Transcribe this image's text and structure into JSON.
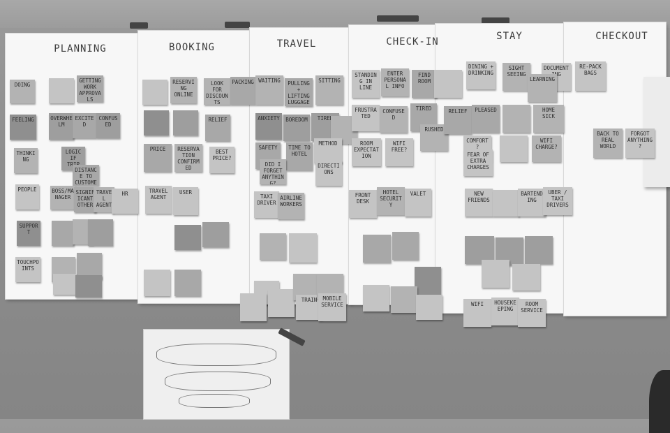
{
  "stages": [
    {
      "id": "planning",
      "label": "PLANNING"
    },
    {
      "id": "booking",
      "label": "BOOKING"
    },
    {
      "id": "travel",
      "label": "TRAVEL"
    },
    {
      "id": "checkin",
      "label": "CHECK-IN"
    },
    {
      "id": "stay",
      "label": "STAY"
    },
    {
      "id": "checkout",
      "label": "CHECKOUT"
    }
  ],
  "notes": {
    "planning": [
      "DOING",
      "GETTING WORK APPROVALS",
      "FEELING",
      "OVERWHELM",
      "EXCITED",
      "CONFUSED",
      "THINKING",
      "LOGIC IF TRIP",
      "DISTANCE TO CUSTOMER",
      "PEOPLE",
      "BOSS/MANAGER",
      "SIGNIFICANT OTHER",
      "TRAVEL AGENT",
      "HR",
      "SUPPORT",
      "TOUCHPOINTS"
    ],
    "booking": [
      "RESERVING ONLINE",
      "LOOK FOR DISCOUNTS",
      "RELIEF",
      "PRICE",
      "RESERVATION CONFIRMED",
      "BEST PRICE?",
      "TRAVEL AGENT",
      "USER"
    ],
    "travel": [
      "PACKING",
      "WAITING",
      "PULLING + LIFTING LUGGAGE",
      "SITTING",
      "ANXIETY",
      "BOREDOM",
      "TIRED",
      "SAFETY",
      "TIME TO HOTEL",
      "METHOD",
      "DID I FORGET ANYTHING?",
      "DIRECTIONS",
      "TAXI DRIVER",
      "AIRLINE WORKERS",
      "TRAIN",
      "MOBILE SERVICE"
    ],
    "checkin": [
      "STANDING IN LINE",
      "ENTER PERSONAL INFO",
      "FIND ROOM",
      "FRUSTRATED",
      "CONFUSED",
      "TIRED",
      "RUSHED",
      "ROOM EXPECTATION",
      "WIFI FREE?",
      "FRONT DESK",
      "HOTEL SECURITY",
      "VALET"
    ],
    "stay": [
      "DINING + DRINKING",
      "SIGHT SEEING",
      "DOCUMENTING",
      "LEARNING",
      "RELIEF",
      "PLEASED",
      "HOME SICK",
      "COMFORT?",
      "FEAR OF EXTRA CHARGES",
      "WIFI CHARGE?",
      "NEW FRIENDS",
      "BARTENDING",
      "UBER / TAXI DRIVERS",
      "WIFI",
      "HOUSEKEEPING",
      "ROOM SERVICE"
    ],
    "checkout": [
      "RE-PACK BAGS",
      "BACK TO REAL WORLD",
      "FORGOT ANYTHING?"
    ]
  }
}
